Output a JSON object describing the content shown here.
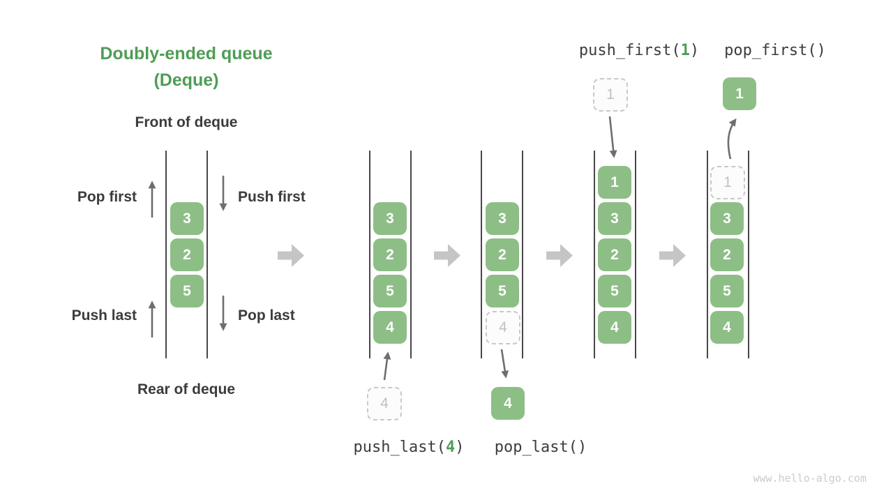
{
  "title": {
    "line1": "Doubly-ended queue",
    "line2": "(Deque)"
  },
  "labels": {
    "front": "Front of deque",
    "rear": "Rear of deque",
    "pop_first": "Pop first",
    "push_first": "Push first",
    "push_last": "Push last",
    "pop_last": "Pop last"
  },
  "operations": {
    "push_first": {
      "prefix": "push_first(",
      "arg": "1",
      "suffix": ")"
    },
    "pop_first": "pop_first()",
    "push_last": {
      "prefix": "push_last(",
      "arg": "4",
      "suffix": ")"
    },
    "pop_last": "pop_last()"
  },
  "queues": {
    "main": {
      "cells": [
        "3",
        "2",
        "5"
      ]
    },
    "after_push_last": {
      "cells": [
        "3",
        "2",
        "5",
        "4"
      ],
      "incoming": "4"
    },
    "after_pop_last": {
      "cells": [
        "3",
        "2",
        "5"
      ],
      "ghost": "4",
      "outgoing": "4"
    },
    "after_push_first": {
      "cells": [
        "1",
        "3",
        "2",
        "5",
        "4"
      ],
      "incoming": "1"
    },
    "after_pop_first": {
      "cells": [
        "3",
        "2",
        "5",
        "4"
      ],
      "ghost": "1",
      "outgoing": "1"
    }
  },
  "watermark": "www.hello-algo.com",
  "colors": {
    "green_box": "#8DBE86",
    "green_accent": "#4E9D55",
    "dark_text": "#3B3B3B",
    "code_text": "#3C3C3C",
    "arrow_gray": "#C5C5C5",
    "small_arrow": "#6E6E6E",
    "wall_color": "#474747",
    "ghost_border": "#C8C8C8",
    "ghost_text": "#C0C0C0",
    "watermark_color": "#CBCBCB"
  }
}
